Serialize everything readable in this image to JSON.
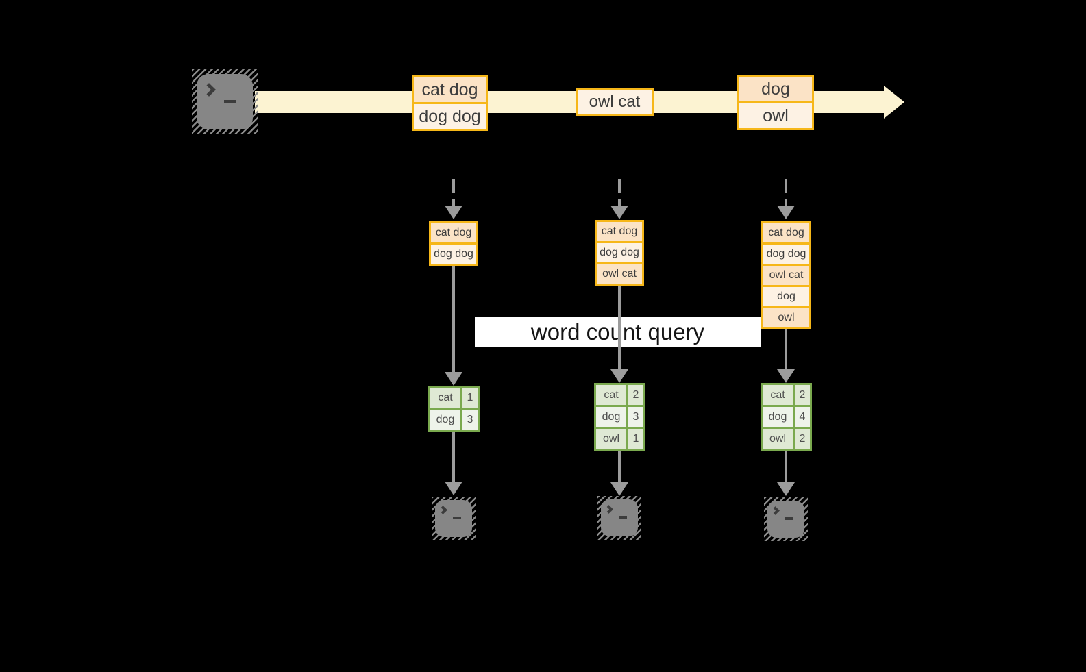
{
  "diagram": {
    "query_label": "word count query",
    "stream": {
      "batches": [
        {
          "records": [
            "cat dog",
            "dog dog"
          ]
        },
        {
          "records": [
            "owl cat"
          ]
        },
        {
          "records": [
            "dog",
            "owl"
          ]
        }
      ]
    },
    "columns": [
      {
        "state_records": [
          "cat dog",
          "dog dog"
        ],
        "counts": [
          {
            "word": "cat",
            "count": 1
          },
          {
            "word": "dog",
            "count": 3
          }
        ]
      },
      {
        "state_records": [
          "cat dog",
          "dog dog",
          "owl cat"
        ],
        "counts": [
          {
            "word": "cat",
            "count": 2
          },
          {
            "word": "dog",
            "count": 3
          },
          {
            "word": "owl",
            "count": 1
          }
        ]
      },
      {
        "state_records": [
          "cat dog",
          "dog dog",
          "owl cat",
          "dog",
          "owl"
        ],
        "counts": [
          {
            "word": "cat",
            "count": 2
          },
          {
            "word": "dog",
            "count": 4
          },
          {
            "word": "owl",
            "count": 2
          }
        ]
      }
    ],
    "icons": {
      "source": "terminal-icon",
      "outputs": [
        "terminal-icon",
        "terminal-icon",
        "terminal-icon"
      ]
    },
    "colors": {
      "background": "#000000",
      "stream_fill": "#fcf3d2",
      "record_border": "#f6b719",
      "record_fill_peach": "#fbe3c6",
      "record_fill_cream": "#fdf2e4",
      "count_border": "#7aa94e",
      "count_fill_dark": "#dfe9d4",
      "count_fill_light": "#eef3ea",
      "arrow_gray": "#9c9c9c",
      "terminal_gray": "#868686",
      "query_label_bg": "#ffffff",
      "text": "#3d3d3d"
    }
  }
}
